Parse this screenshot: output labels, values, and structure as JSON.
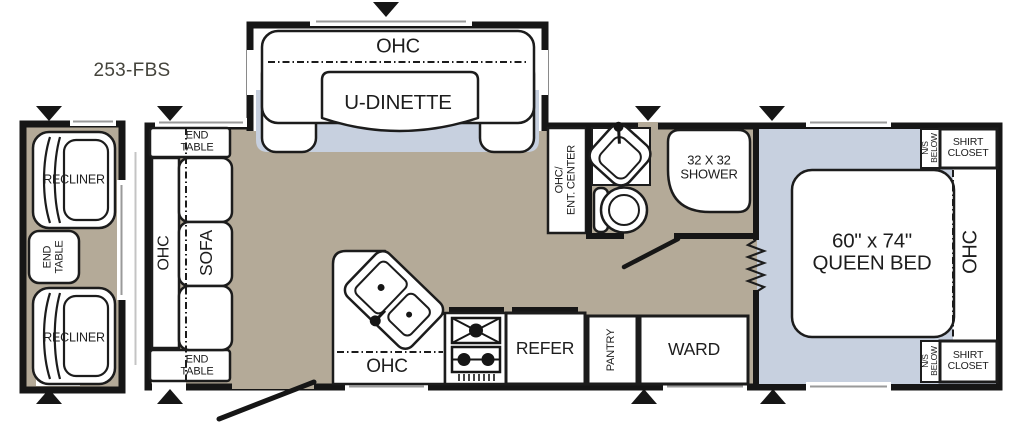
{
  "title": "253-FBS",
  "colors": {
    "floor_tan": "#b4aa98",
    "floor_blue": "#c7d0df",
    "wall": "#161616",
    "window_line": "#9a9a9a",
    "text": "#1d1d1d",
    "title_text": "#45443c"
  },
  "left_slide": {
    "recliner": "RECLINER",
    "end_table": {
      "line1": "END",
      "line2": "TABLE"
    }
  },
  "living": {
    "end_table": {
      "line1": "END",
      "line2": "TABLE"
    },
    "ohc": "OHC",
    "sofa": "SOFA"
  },
  "dinette": {
    "ohc": "OHC",
    "label": "U-DINETTE"
  },
  "kitchen": {
    "ohc": "OHC",
    "refer": "REFER",
    "pantry": "PANTRY",
    "ward": "WARD"
  },
  "bathroom": {
    "ent_center": {
      "line1": "OHC/",
      "line2": "ENT. CENTER"
    },
    "shower": {
      "line1": "32 X 32",
      "line2": "SHOWER"
    }
  },
  "bedroom": {
    "bed": {
      "line1": "60\" x 74\"",
      "line2": "QUEEN BED"
    },
    "ohc": "OHC",
    "shirt_closet": {
      "line1": "SHIRT",
      "line2": "CLOSET"
    },
    "ns_below": {
      "line1": "N/S",
      "line2": "BELOW"
    }
  }
}
